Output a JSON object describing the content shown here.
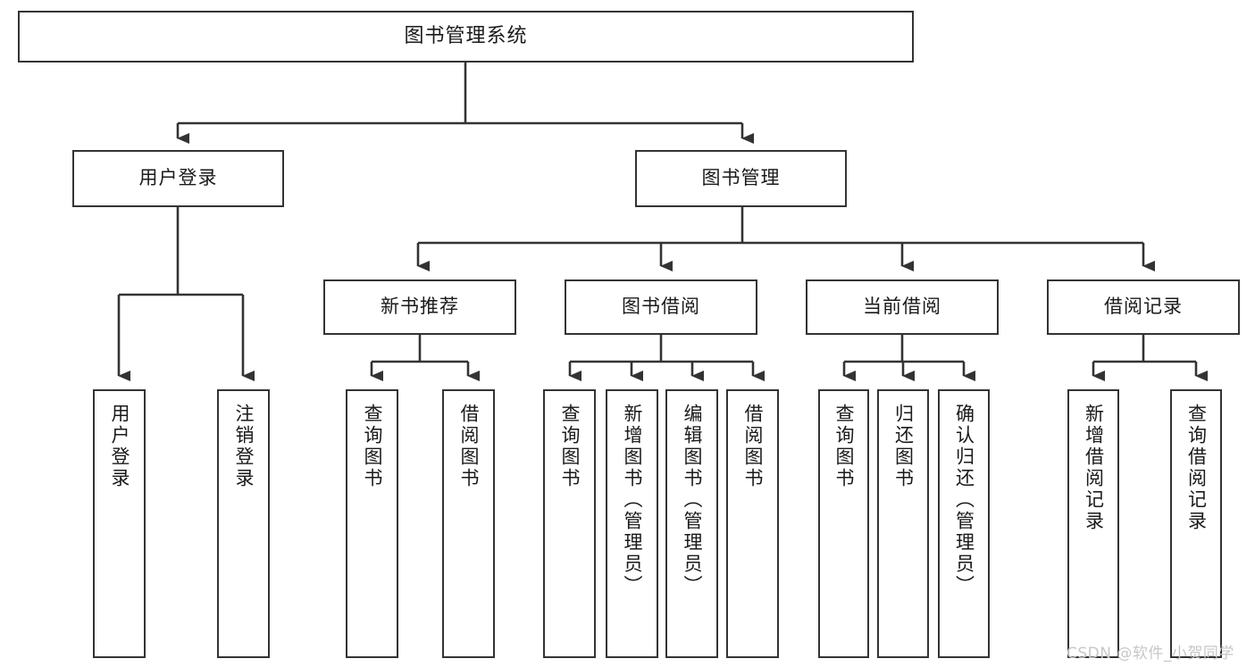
{
  "diagram": {
    "title": "图书管理系统",
    "type": "functional-structure-tree",
    "colors": {
      "node_border": "#333333",
      "node_fill": "#ffffff",
      "edge": "#333333",
      "background": "#ffffff",
      "watermark": "#c7c7c7"
    },
    "levels": {
      "root": {
        "label": "图书管理系统"
      },
      "level2": [
        {
          "id": "user-login",
          "label": "用户登录"
        },
        {
          "id": "book-manage",
          "label": "图书管理"
        }
      ],
      "level3": [
        {
          "id": "new-book-rec",
          "label": "新书推荐"
        },
        {
          "id": "book-borrow",
          "label": "图书借阅"
        },
        {
          "id": "current-borrow",
          "label": "当前借阅"
        },
        {
          "id": "borrow-record",
          "label": "借阅记录"
        }
      ],
      "leaves": [
        {
          "id": "leaf-user-login",
          "label": "用户登录",
          "parent": "user-login"
        },
        {
          "id": "leaf-logout",
          "label": "注销登录",
          "parent": "user-login"
        },
        {
          "id": "leaf-query-book-1",
          "label": "查询图书",
          "parent": "new-book-rec"
        },
        {
          "id": "leaf-borrow-book-1",
          "label": "借阅图书",
          "parent": "new-book-rec"
        },
        {
          "id": "leaf-query-book-2",
          "label": "查询图书",
          "parent": "book-borrow"
        },
        {
          "id": "leaf-add-book",
          "label": "新增图书（管理员）",
          "parent": "book-borrow"
        },
        {
          "id": "leaf-edit-book",
          "label": "编辑图书（管理员）",
          "parent": "book-borrow"
        },
        {
          "id": "leaf-borrow-book-2",
          "label": "借阅图书",
          "parent": "book-borrow"
        },
        {
          "id": "leaf-query-book-3",
          "label": "查询图书",
          "parent": "current-borrow"
        },
        {
          "id": "leaf-return-book",
          "label": "归还图书",
          "parent": "current-borrow"
        },
        {
          "id": "leaf-confirm-return",
          "label": "确认归还（管理员）",
          "parent": "current-borrow"
        },
        {
          "id": "leaf-add-record",
          "label": "新增借阅记录",
          "parent": "borrow-record"
        },
        {
          "id": "leaf-query-record",
          "label": "查询借阅记录",
          "parent": "borrow-record"
        }
      ]
    }
  },
  "watermark": {
    "text": "CSDN @软件_小贺同学"
  }
}
